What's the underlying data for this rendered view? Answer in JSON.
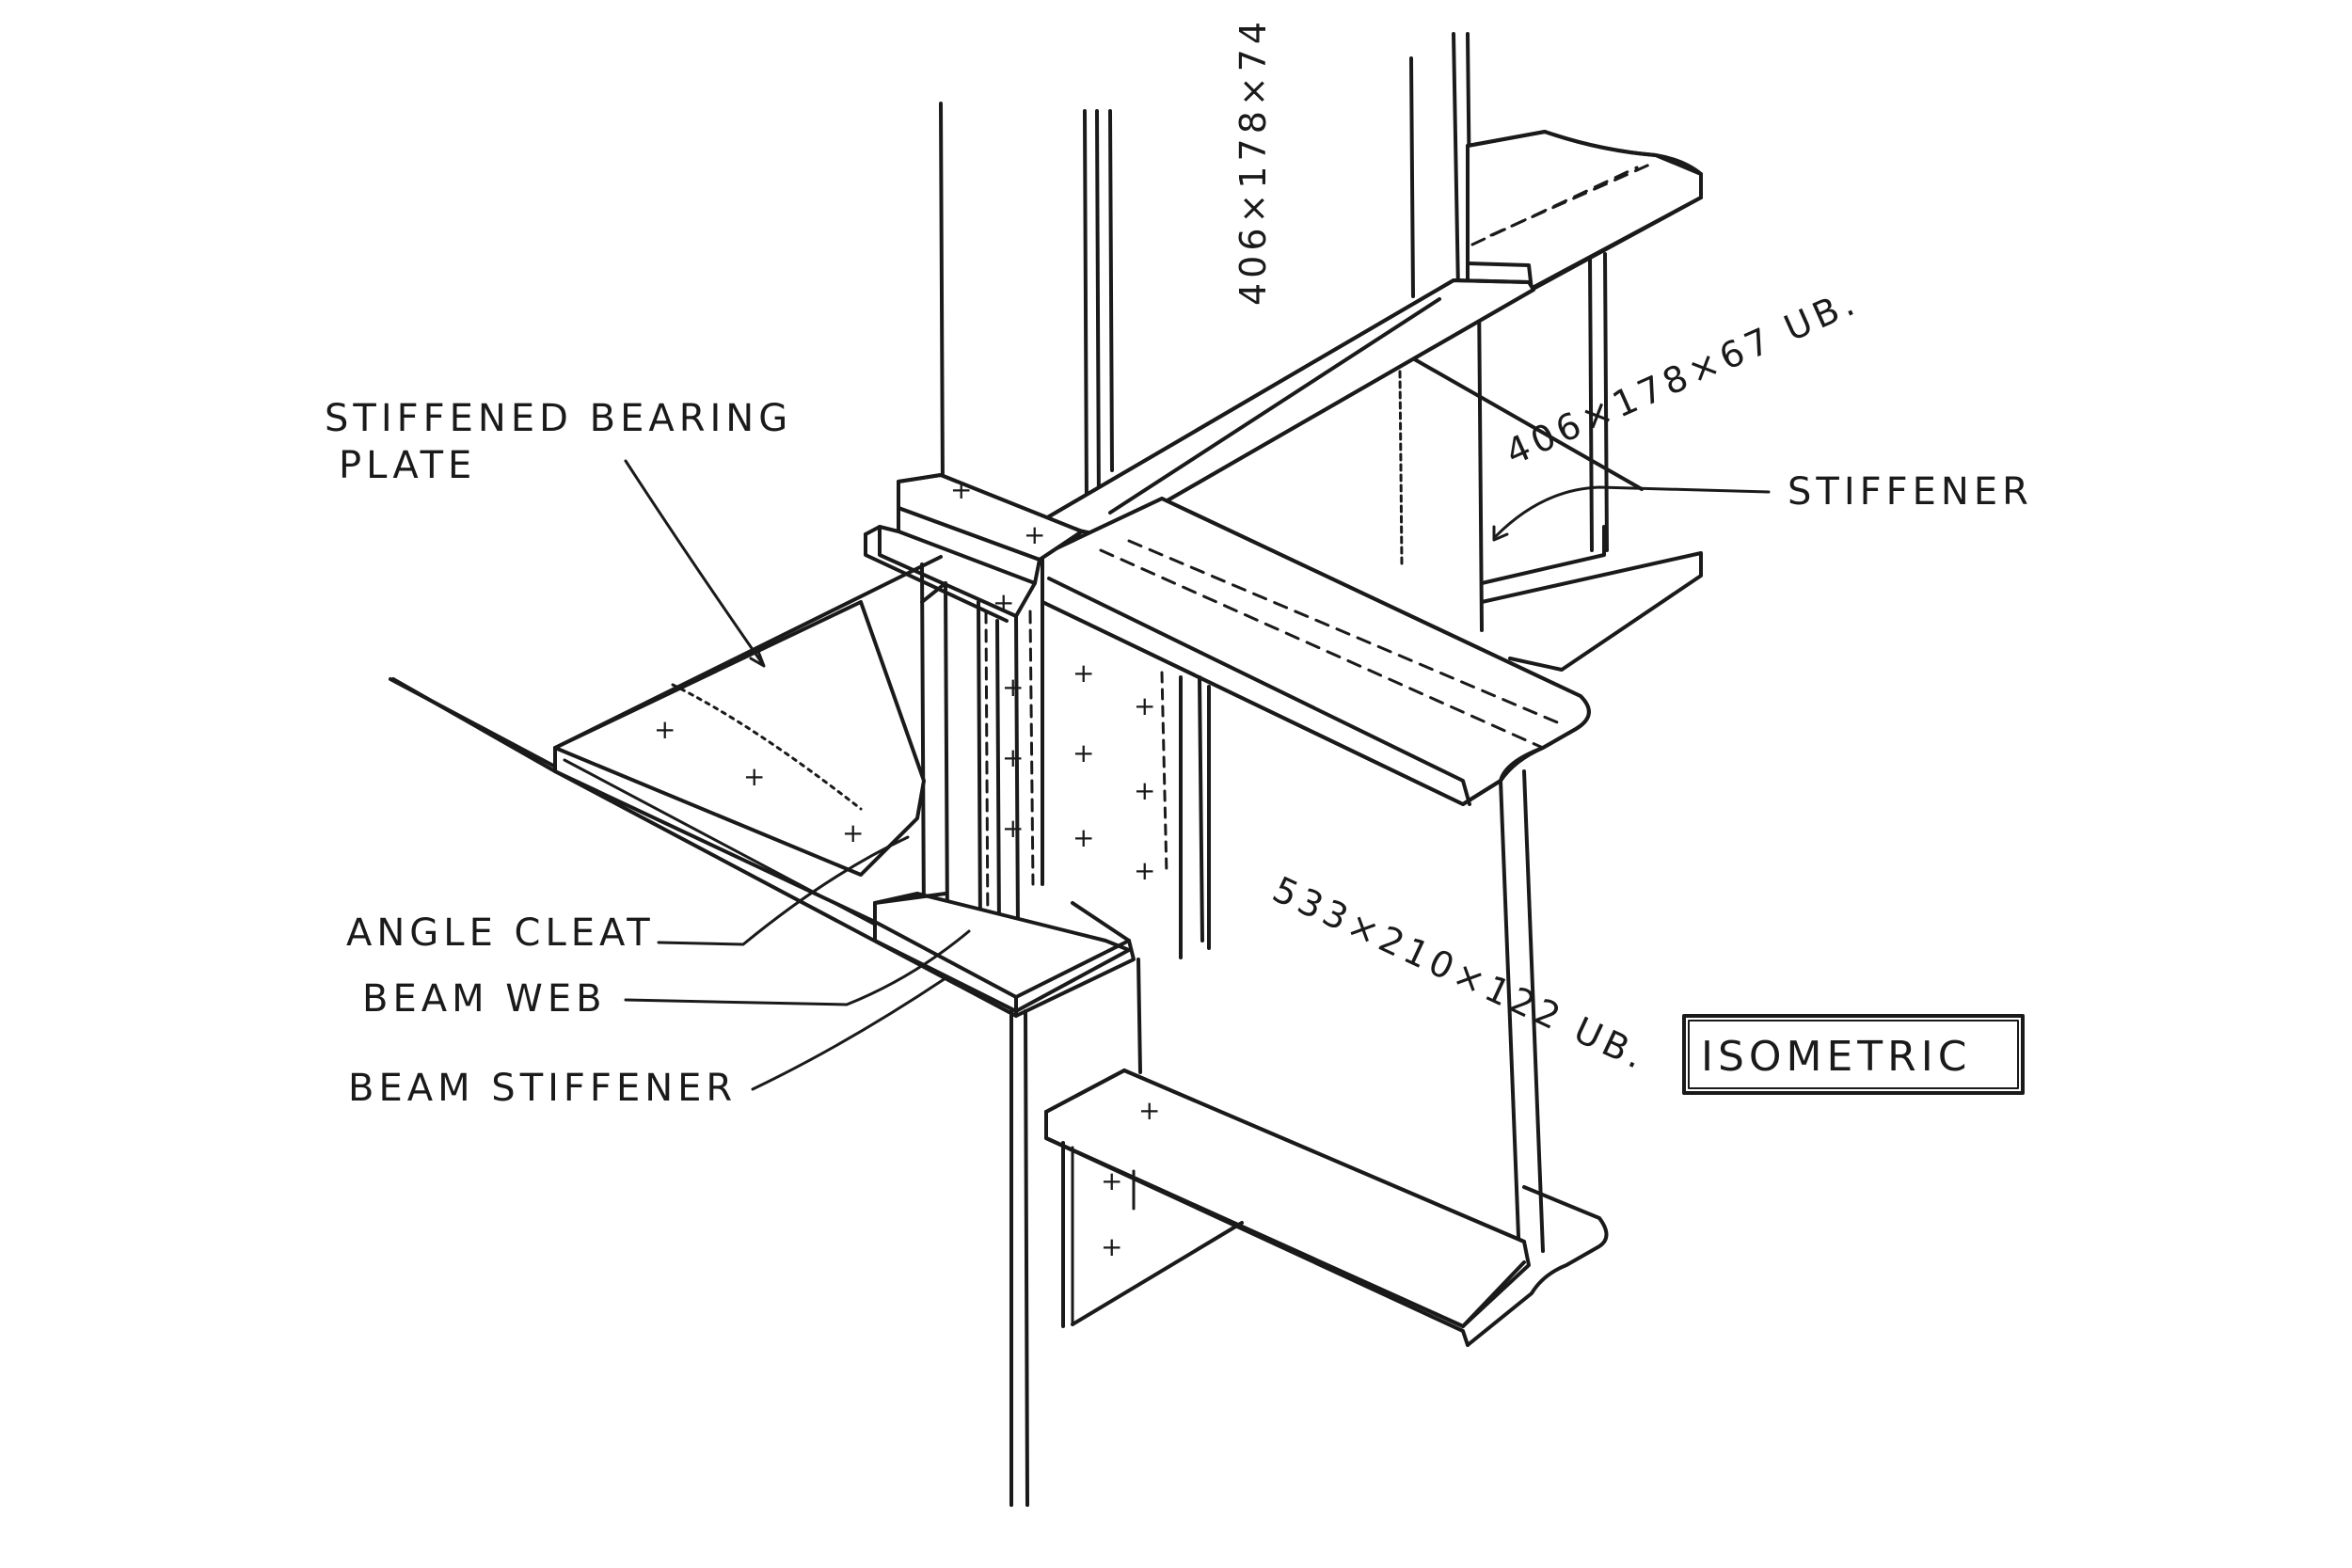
{
  "labels": {
    "stiffened_bearing_plate_line1": "STIFFENED BEARING",
    "stiffened_bearing_plate_line2": "PLATE",
    "stiffener": "STIFFENER",
    "angle_cleat": "ANGLE CLEAT",
    "beam_web": "BEAM WEB",
    "beam_stiffener": "BEAM STIFFENER"
  },
  "dimensions": {
    "column_section": "406×178×74 UB",
    "beam_right": "406×178×67 UB.",
    "beam_main": "533×210×122 UB."
  },
  "view_title": "ISOMETRIC",
  "colors": {
    "ink": "#1a1a1a",
    "paper": "#ffffff"
  }
}
